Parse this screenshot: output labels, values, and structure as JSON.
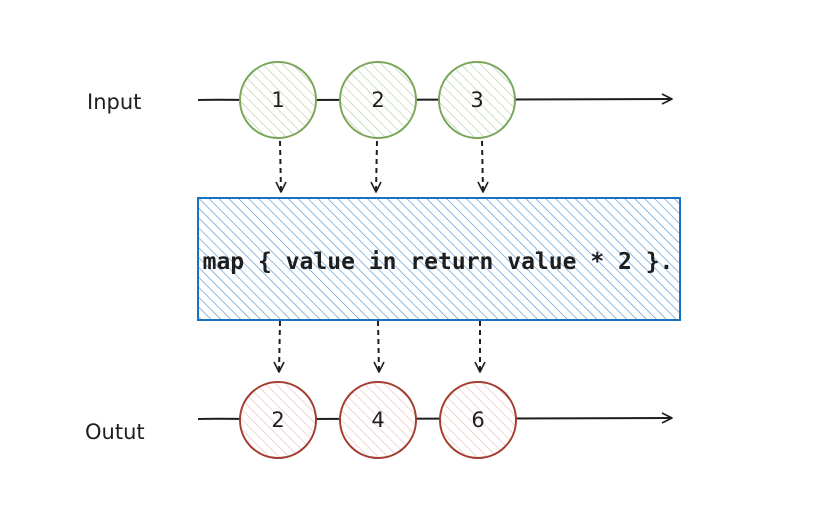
{
  "input": {
    "label": "Input",
    "values": [
      "1",
      "2",
      "3"
    ],
    "stroke": "#7aa65a",
    "fill": "#b2f2bb"
  },
  "operator": {
    "label": "map { value in return value * 2 }.",
    "stroke": "#1971c2",
    "fill": "#a5d8ff"
  },
  "output": {
    "label": "Outut",
    "values": [
      "2",
      "4",
      "6"
    ],
    "stroke": "#a33d2f",
    "fill": "#ffc9c9"
  },
  "colors": {
    "ink": "#1e1e1e"
  }
}
